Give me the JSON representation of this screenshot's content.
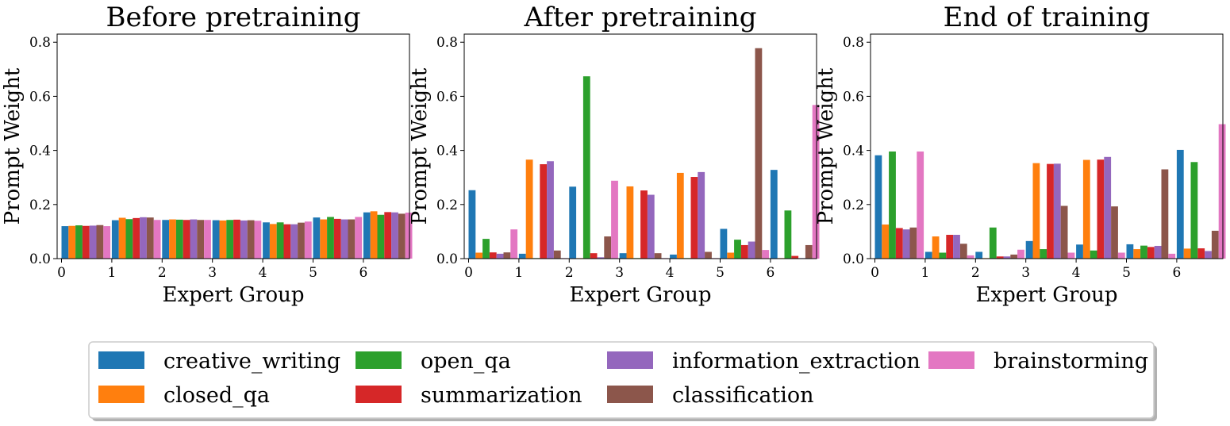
{
  "chart_data": [
    {
      "type": "bar",
      "title": "Before pretraining",
      "xlabel": "Expert Group",
      "ylabel": "Prompt Weight",
      "ylim": [
        0,
        0.83
      ],
      "yticks": [
        "0.0",
        "0.2",
        "0.4",
        "0.6",
        "0.8"
      ],
      "categories": [
        "0",
        "1",
        "2",
        "3",
        "4",
        "5",
        "6"
      ],
      "series": [
        {
          "name": "creative_writing",
          "values": [
            0.12,
            0.142,
            0.143,
            0.142,
            0.134,
            0.152,
            0.171
          ]
        },
        {
          "name": "closed_qa",
          "values": [
            0.121,
            0.151,
            0.145,
            0.141,
            0.128,
            0.145,
            0.175
          ]
        },
        {
          "name": "open_qa",
          "values": [
            0.123,
            0.146,
            0.144,
            0.143,
            0.134,
            0.154,
            0.162
          ]
        },
        {
          "name": "summarization",
          "values": [
            0.121,
            0.15,
            0.143,
            0.144,
            0.127,
            0.147,
            0.172
          ]
        },
        {
          "name": "information_extraction",
          "values": [
            0.122,
            0.153,
            0.145,
            0.141,
            0.127,
            0.145,
            0.171
          ]
        },
        {
          "name": "classification",
          "values": [
            0.124,
            0.152,
            0.143,
            0.142,
            0.133,
            0.145,
            0.166
          ]
        },
        {
          "name": "brainstorming",
          "values": [
            0.12,
            0.143,
            0.143,
            0.14,
            0.137,
            0.154,
            0.17
          ]
        }
      ]
    },
    {
      "type": "bar",
      "title": "After pretraining",
      "xlabel": "Expert Group",
      "ylabel": "Prompt Weight",
      "ylim": [
        0,
        0.83
      ],
      "yticks": [
        "0.0",
        "0.2",
        "0.4",
        "0.6",
        "0.8"
      ],
      "categories": [
        "0",
        "1",
        "2",
        "3",
        "4",
        "5",
        "6"
      ],
      "series": [
        {
          "name": "creative_writing",
          "values": [
            0.253,
            0.018,
            0.266,
            0.02,
            0.015,
            0.11,
            0.328
          ]
        },
        {
          "name": "closed_qa",
          "values": [
            0.022,
            0.366,
            0.002,
            0.267,
            0.317,
            0.022,
            0.002
          ]
        },
        {
          "name": "open_qa",
          "values": [
            0.073,
            0.002,
            0.674,
            0.002,
            0.002,
            0.07,
            0.178
          ]
        },
        {
          "name": "summarization",
          "values": [
            0.023,
            0.349,
            0.02,
            0.252,
            0.302,
            0.05,
            0.01
          ]
        },
        {
          "name": "information_extraction",
          "values": [
            0.018,
            0.36,
            0.005,
            0.236,
            0.32,
            0.063,
            0.002
          ]
        },
        {
          "name": "classification",
          "values": [
            0.023,
            0.03,
            0.082,
            0.02,
            0.025,
            0.778,
            0.05
          ]
        },
        {
          "name": "brainstorming",
          "values": [
            0.108,
            0.002,
            0.288,
            0.002,
            0.002,
            0.032,
            0.568
          ]
        }
      ]
    },
    {
      "type": "bar",
      "title": "End of training",
      "xlabel": "Expert Group",
      "ylabel": "Prompt Weight",
      "ylim": [
        0,
        0.83
      ],
      "yticks": [
        "0.0",
        "0.2",
        "0.4",
        "0.6",
        "0.8"
      ],
      "categories": [
        "0",
        "1",
        "2",
        "3",
        "4",
        "5",
        "6"
      ],
      "series": [
        {
          "name": "creative_writing",
          "values": [
            0.382,
            0.025,
            0.025,
            0.065,
            0.052,
            0.053,
            0.402
          ]
        },
        {
          "name": "closed_qa",
          "values": [
            0.126,
            0.082,
            0.002,
            0.353,
            0.365,
            0.035,
            0.037
          ]
        },
        {
          "name": "open_qa",
          "values": [
            0.396,
            0.022,
            0.115,
            0.035,
            0.03,
            0.048,
            0.357
          ]
        },
        {
          "name": "summarization",
          "values": [
            0.113,
            0.088,
            0.008,
            0.35,
            0.366,
            0.043,
            0.038
          ]
        },
        {
          "name": "information_extraction",
          "values": [
            0.108,
            0.088,
            0.008,
            0.351,
            0.376,
            0.047,
            0.028
          ]
        },
        {
          "name": "classification",
          "values": [
            0.115,
            0.055,
            0.015,
            0.195,
            0.193,
            0.33,
            0.103
          ]
        },
        {
          "name": "brainstorming",
          "values": [
            0.396,
            0.012,
            0.033,
            0.022,
            0.022,
            0.018,
            0.497
          ]
        }
      ]
    }
  ],
  "series_colors": [
    "#1f77b4",
    "#ff7f0e",
    "#2ca02c",
    "#d62728",
    "#9467bd",
    "#8c564b",
    "#e377c2"
  ],
  "legend": {
    "placement": "bottom-center",
    "columns": 4,
    "entries": [
      "creative_writing",
      "closed_qa",
      "open_qa",
      "summarization",
      "information_extraction",
      "classification",
      "brainstorming"
    ]
  }
}
